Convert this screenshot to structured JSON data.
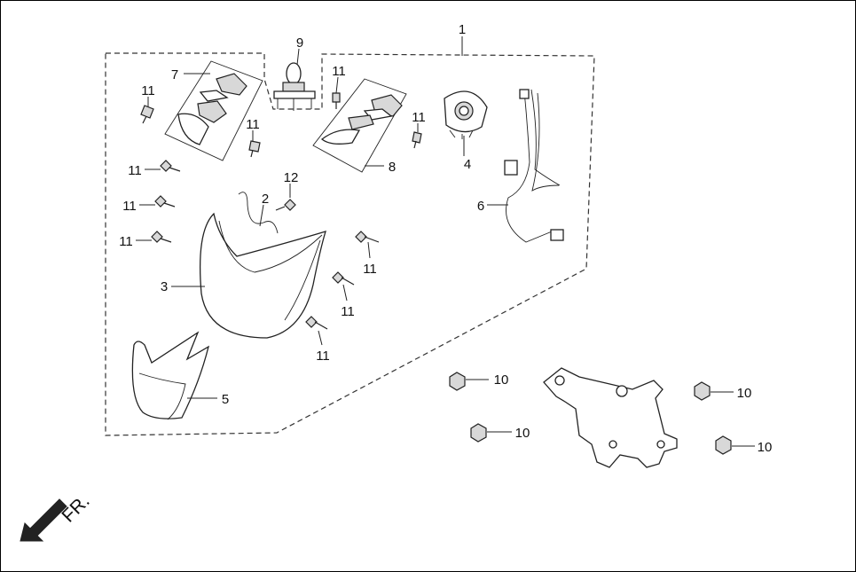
{
  "front_label": "FR.",
  "callouts": [
    {
      "id": "c1",
      "label": "1"
    },
    {
      "id": "c2",
      "label": "2"
    },
    {
      "id": "c3",
      "label": "3"
    },
    {
      "id": "c4",
      "label": "4"
    },
    {
      "id": "c5",
      "label": "5"
    },
    {
      "id": "c6",
      "label": "6"
    },
    {
      "id": "c7",
      "label": "7"
    },
    {
      "id": "c8",
      "label": "8"
    },
    {
      "id": "c9",
      "label": "9"
    },
    {
      "id": "c10a",
      "label": "10"
    },
    {
      "id": "c10b",
      "label": "10"
    },
    {
      "id": "c10c",
      "label": "10"
    },
    {
      "id": "c10d",
      "label": "10"
    },
    {
      "id": "c11a",
      "label": "11"
    },
    {
      "id": "c11b",
      "label": "11"
    },
    {
      "id": "c11c",
      "label": "11"
    },
    {
      "id": "c11d",
      "label": "11"
    },
    {
      "id": "c11e",
      "label": "11"
    },
    {
      "id": "c11f",
      "label": "11"
    },
    {
      "id": "c11g",
      "label": "11"
    },
    {
      "id": "c11h",
      "label": "11"
    },
    {
      "id": "c11i",
      "label": "11"
    },
    {
      "id": "c11j",
      "label": "11"
    },
    {
      "id": "c12",
      "label": "12"
    }
  ]
}
